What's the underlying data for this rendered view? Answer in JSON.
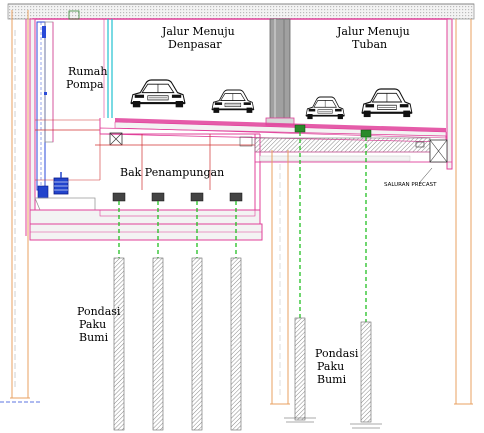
{
  "labels": {
    "road_left_line1": "Jalur Menuju",
    "road_left_line2": "Denpasar",
    "road_right_line1": "Jalur Menuju",
    "road_right_line2": "Tuban",
    "pump_house_line1": "Rumah",
    "pump_house_line2": "Pompa",
    "reservoir": "Bak Penampungan",
    "foundation_left_line1": "Pondasi",
    "foundation_left_line2": "Paku",
    "foundation_left_line3": "Bumi",
    "foundation_right_line1": "Pondasi",
    "foundation_right_line2": "Paku",
    "foundation_right_line3": "Bumi",
    "precast_channel": "SALURAN PRECAST"
  },
  "colors": {
    "structure": "#e0409a",
    "concrete_fill": "#f3f3f3",
    "hatch": "#8a8a8a",
    "pile_outline": "#e8a060",
    "pile_axis": "#22c022",
    "pipe_blue": "#2a4ad8",
    "column": "#9a9a9a",
    "pump_blue": "#2244cc",
    "channel_cyan": "#20c0d0",
    "rebar_red": "#d03030"
  }
}
